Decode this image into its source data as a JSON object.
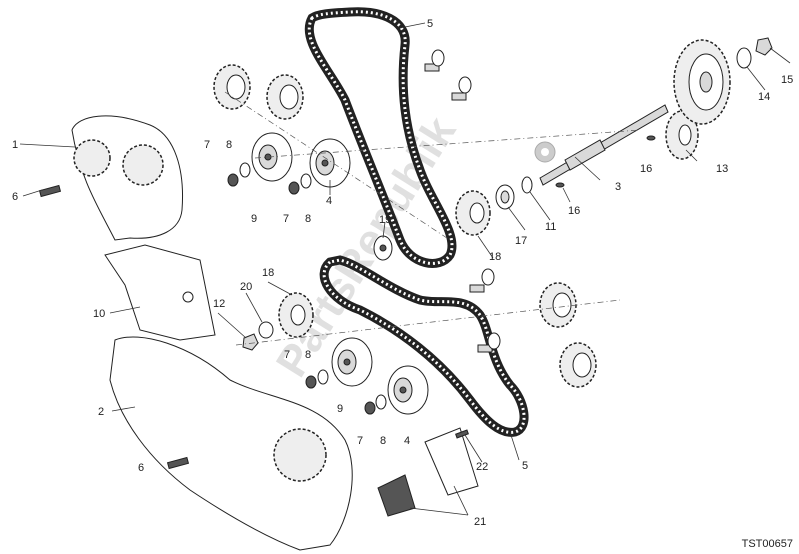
{
  "watermark": "PartsRepublik",
  "reference_code": "TST00657",
  "callouts": [
    "1",
    "2",
    "3",
    "4",
    "5",
    "6",
    "7",
    "8",
    "9",
    "10",
    "11",
    "12",
    "13",
    "14",
    "15",
    "16",
    "17",
    "18",
    "19",
    "20",
    "21",
    "22"
  ]
}
